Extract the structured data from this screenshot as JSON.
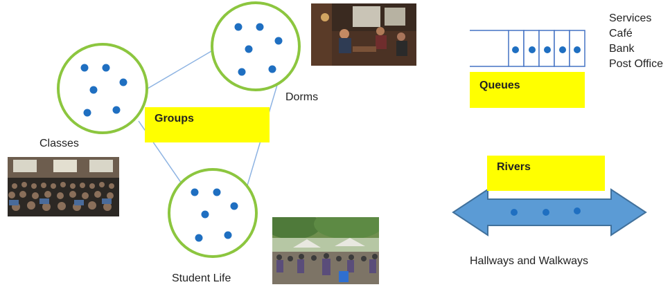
{
  "labels": {
    "classes": "Classes",
    "dorms": "Dorms",
    "student_life": "Student Life",
    "hallways": "Hallways and Walkways"
  },
  "callouts": {
    "groups": "Groups",
    "queues": "Queues",
    "rivers": "Rivers"
  },
  "services": [
    "Services",
    "Café",
    "Bank",
    "Post Office"
  ],
  "colors": {
    "circle_stroke": "#8cc63f",
    "dot": "#1f6fc1",
    "line": "#8db3e2",
    "arrow_fill": "#5b9bd5",
    "arrow_stroke": "#41719c",
    "callout": "#ffff00",
    "queue_stroke": "#4472c4"
  },
  "photos": [
    "lecture-hall-photo",
    "dorm-lounge-photo",
    "student-life-plaza-photo"
  ]
}
